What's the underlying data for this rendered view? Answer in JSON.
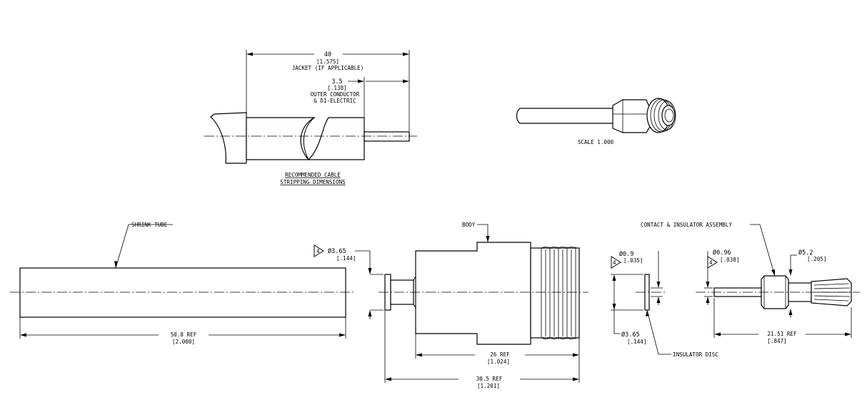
{
  "cable_stripping": {
    "dim_jacket_mm": "40",
    "dim_jacket_in": "[1.575]",
    "dim_jacket_label": "JACKET (IF APPLICABLE)",
    "dim_outer_mm": "3.5",
    "dim_outer_in": "[.138]",
    "dim_outer_label_1": "OUTER CONDUCTOR",
    "dim_outer_label_2": "& DI-ELECTRIC",
    "caption_1": "RECOMMENDED CABLE",
    "caption_2": "STRIPPING DIMENSIONS"
  },
  "iso_view": {
    "scale_label": "SCALE  1.000"
  },
  "shrink_tube": {
    "label": "SHRINK TUBE",
    "length_mm": "50.8  REF",
    "length_in": "[2.000]"
  },
  "body": {
    "label": "BODY",
    "diameter_mm": "Ø3.65",
    "diameter_in": "[.144]",
    "note_flag": "4",
    "length_mm": "26    REF",
    "length_in": "[1.024]",
    "overall_mm": "30.5   REF",
    "overall_in": "[1.201]"
  },
  "insulator_disc": {
    "top_dia_mm": "Ø0.9",
    "top_dia_in": "[.035]",
    "note_flag": "4",
    "bottom_dia_mm": "Ø3.65",
    "bottom_dia_in": "[.144]",
    "label": "INSULATOR DISC"
  },
  "contact_assembly": {
    "label": "CONTACT & INSULATOR ASSEMBLY",
    "pin_dia_mm": "Ø0.96",
    "pin_dia_in": "[.038]",
    "note_flag": "4",
    "outer_dia_mm": "Ø5.2",
    "outer_dia_in": "[.205]",
    "length_mm": "21.51 REF",
    "length_in": "[.847]"
  }
}
